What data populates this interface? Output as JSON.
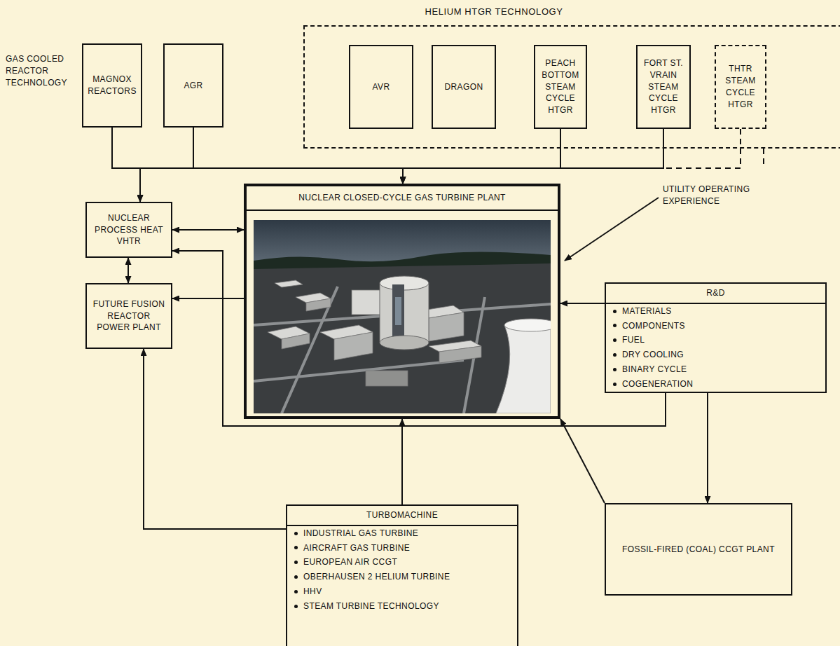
{
  "diagram": {
    "nodes": [
      {
        "text": [
          "MAGNOX REACTORS"
        ]
      },
      {
        "text": [
          "AGR"
        ]
      },
      {
        "text": [
          "HELIUM HTGR TECHNOLOGY"
        ]
      },
      {
        "text": [
          "AVR"
        ],
        "in": 2
      },
      {
        "text": [
          "DRAGON"
        ],
        "in": 2
      },
      {
        "text": [
          "PEACH BOTTOM STEAM CYCLE HTGR"
        ],
        "in": 2
      },
      {
        "text": [
          "FORT ST. VRAIN STEAM CYCLE HTGR"
        ],
        "in": 2
      },
      {
        "text": [
          "THTR STEAM CYCLE HTGR"
        ],
        "in": 2
      },
      {
        "text": [
          "NUCLEAR PROCESS HEAT VHTR"
        ]
      },
      {
        "text": [
          "NUCLEAR CLOSED-CYCLE GAS TURBINE PLANT"
        ]
      },
      {
        "text": [
          "FUTURE FUSION REACTOR POWER PLANT"
        ]
      },
      {
        "text": [
          "R&D",
          "MATERIALS",
          "COMPONENTS",
          "FUEL",
          "DRY COOLING",
          "BINARY CYCLE",
          "COGENERATION"
        ]
      },
      {
        "text": [
          "TURBOMACHINE",
          "INDUSTRIAL GAS TURBINE",
          "AIRCRAFT GAS TURBINE",
          "EUROPEAN AIR CCGT",
          "OBERHAUSEN 2 HELIUM TURBINE",
          "HHV",
          "STEAM TURBINE TECHNOLOGY"
        ]
      },
      {
        "text": [
          "FOSSIL-FIRED (COAL) CCGT PLANT"
        ]
      }
    ],
    "edges": [
      {
        "from": 0,
        "to": 8,
        "arrow": "to"
      },
      {
        "from": 0,
        "to": 9,
        "arrow": "to"
      },
      {
        "from": 1,
        "to": 8,
        "arrow": "to"
      },
      {
        "from": 1,
        "to": 9,
        "arrow": "to"
      },
      {
        "from": 5,
        "to": 9,
        "arrow": "to"
      },
      {
        "from": 6,
        "to": 9,
        "arrow": "to"
      },
      {
        "from": 7,
        "to": 9,
        "arrow": "to"
      },
      {
        "from": 8,
        "to": 9,
        "arrow": "both"
      },
      {
        "from": 8,
        "to": 10,
        "arrow": "both"
      },
      {
        "from": 9,
        "to": 10,
        "arrow": "to"
      },
      {
        "from": 11,
        "to": 9,
        "arrow": "to"
      },
      {
        "from": 11,
        "to": 8,
        "arrow": "to"
      },
      {
        "from": 11,
        "to": 13,
        "arrow": "to"
      },
      {
        "from": 13,
        "to": 9,
        "arrow": "to"
      },
      {
        "from": 12,
        "to": 9,
        "arrow": "to"
      },
      {
        "from": 12,
        "to": 10,
        "arrow": "to"
      }
    ],
    "labels": [
      "GAS COOLED REACTOR TECHNOLOGY",
      "UTILITY OPERATING EXPERIENCE"
    ]
  }
}
